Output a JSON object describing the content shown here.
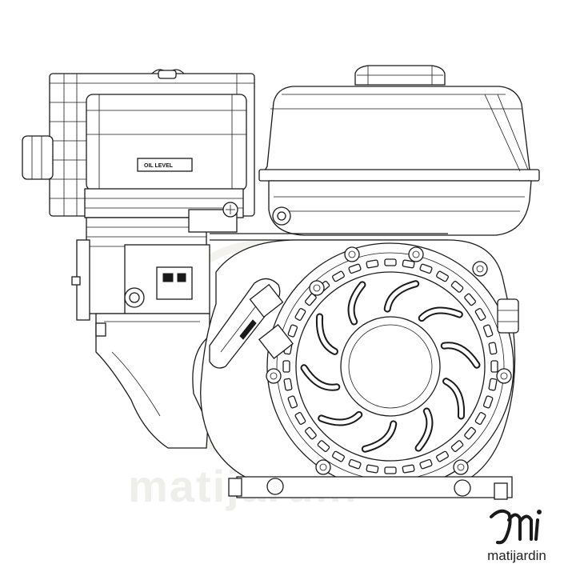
{
  "labels": {
    "oil_level": "OIL  LEVEL"
  },
  "brand": {
    "name": "matijardin",
    "watermark": "matijardin"
  },
  "colors": {
    "line": "#1a1a1a",
    "background": "#ffffff",
    "watermark": "#eeeeea"
  }
}
